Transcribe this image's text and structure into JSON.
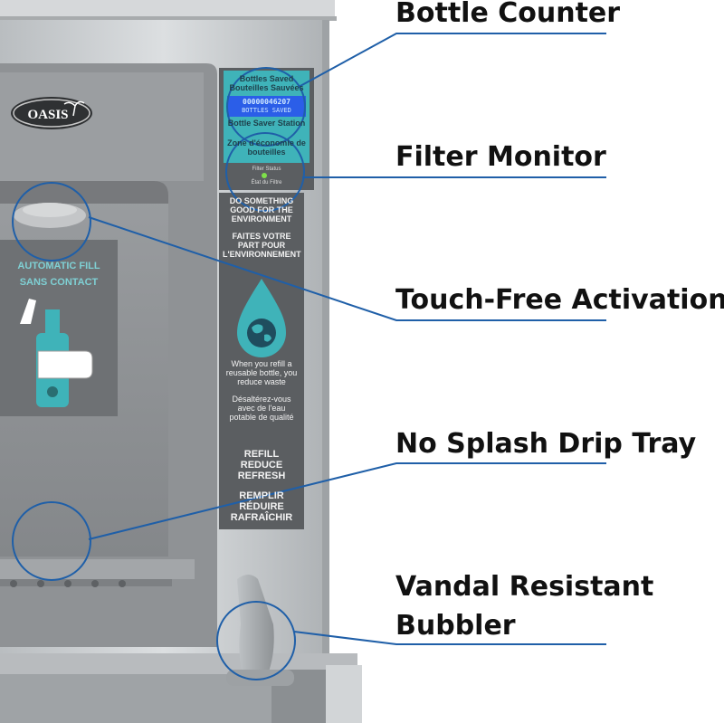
{
  "brand": "OASIS",
  "callouts": {
    "bottle_counter": "Bottle Counter",
    "filter_monitor": "Filter Monitor",
    "touch_free": "Touch-Free Activation",
    "drip_tray": "No Splash Drip Tray",
    "bubbler_line1": "Vandal Resistant",
    "bubbler_line2": "Bubbler"
  },
  "counter_panel": {
    "title_en": "Bottles Saved",
    "title_fr": "Bouteilles Sauvées",
    "count": "00000046207",
    "count_label": "BOTTLES SAVED",
    "station_en": "Bottle Saver Station",
    "station_fr": "Zone d'économie de bouteilles",
    "filter_status_en": "Filter Status",
    "filter_status_fr": "État du Filtre"
  },
  "fill_label": {
    "line1": "AUTOMATIC FILL",
    "line2": "SANS CONTACT"
  },
  "side_panel": {
    "eco_en": "DO SOMETHING GOOD FOR THE ENVIRONMENT",
    "eco_fr": "FAITES VOTRE PART POUR L'ENVIRONNEMENT",
    "refill_en": "When you refill a reusable bottle, you reduce waste",
    "refill_fr": "Désaltérez-vous avec de l'eau potable de qualité",
    "slogan_en_1": "REFILL",
    "slogan_en_2": "REDUCE",
    "slogan_en_3": "REFRESH",
    "slogan_fr_1": "REMPLIR",
    "slogan_fr_2": "RÉDUIRE",
    "slogan_fr_3": "RAFRAÎCHIR"
  },
  "colors": {
    "teal": "#3fb3b9",
    "callout_blue": "#1f5fa8",
    "steel": "#c9ccce",
    "panel_dark": "#5b5e61"
  }
}
